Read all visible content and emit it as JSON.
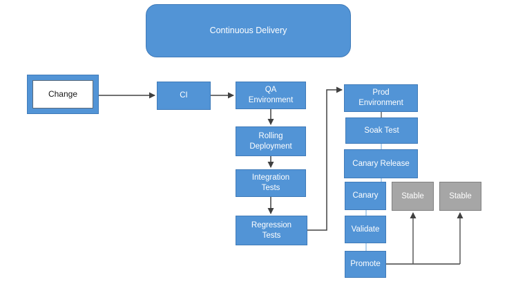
{
  "title": {
    "label": "Continuous Delivery"
  },
  "nodes": {
    "change": {
      "label": "Change"
    },
    "ci": {
      "label": "CI"
    },
    "qa_environment": {
      "label": "QA Environment"
    },
    "rolling_deployment": {
      "label": "Rolling Deployment"
    },
    "integration_tests": {
      "label": "Integration Tests"
    },
    "regression_tests": {
      "label": "Regression Tests"
    },
    "prod_environment": {
      "label": "Prod Environment"
    },
    "soak_test": {
      "label": "Soak Test"
    },
    "canary_release": {
      "label": "Canary Release"
    },
    "canary": {
      "label": "Canary"
    },
    "stable_1": {
      "label": "Stable"
    },
    "stable_2": {
      "label": "Stable"
    },
    "validate": {
      "label": "Validate"
    },
    "promote": {
      "label": "Promote"
    }
  },
  "colors": {
    "node_fill": "#5294d6",
    "node_border": "#3f7ab8",
    "gray_fill": "#a6a6a6",
    "gray_border": "#7f7f7f",
    "connector_dark": "#404040",
    "connector_light": "#9cc3e5",
    "text_on_fill": "#ffffff",
    "text_dark": "#141414",
    "background": "#ffffff"
  }
}
